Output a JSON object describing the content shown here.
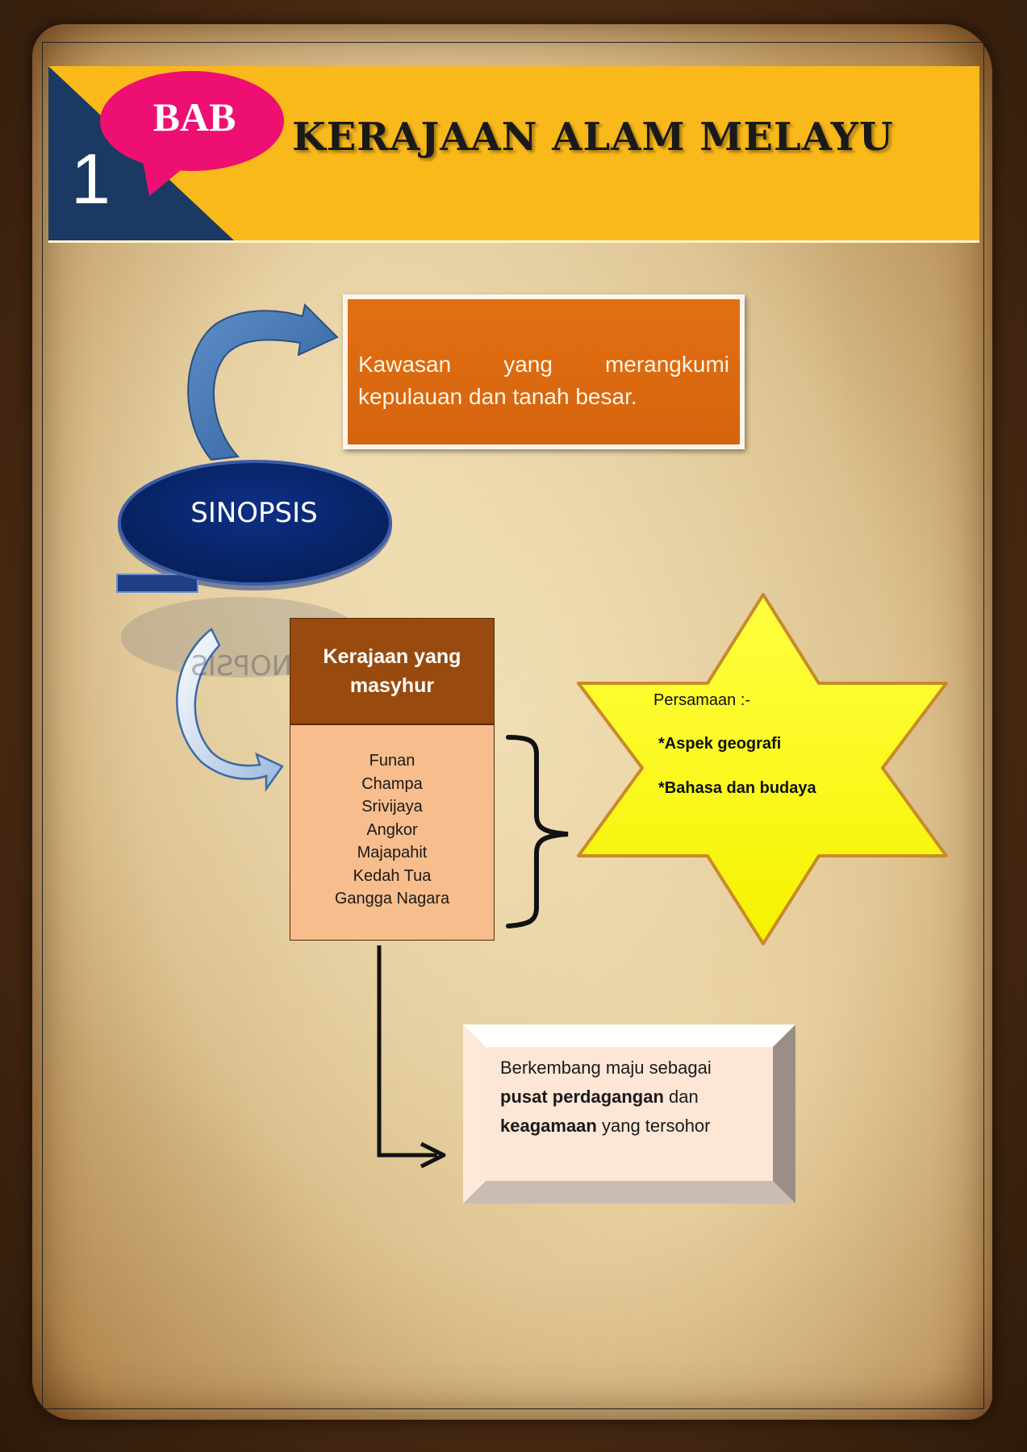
{
  "header": {
    "chapter_word": "BAB",
    "chapter_number": "1",
    "title": "KERAJAAN ALAM MELAYU"
  },
  "definition": {
    "text": "Kawasan yang merangkumi kepulauan dan tanah besar."
  },
  "sinopsis": {
    "label": "SINOPSIS"
  },
  "kingdoms": {
    "heading": "Kerajaan yang masyhur",
    "items": [
      "Funan",
      "Champa",
      "Srivijaya",
      "Angkor",
      "Majapahit",
      "Kedah Tua",
      "Gangga Nagara"
    ]
  },
  "similarities": {
    "heading": "Persamaan :-",
    "points": [
      "*Aspek geografi",
      "*Bahasa dan budaya"
    ]
  },
  "development": {
    "part1": "Berkembang maju sebagai",
    "bold1": "pusat perdagangan",
    "part2": " dan",
    "bold2": "keagamaan",
    "part3": " yang tersohor"
  },
  "colors": {
    "banner": "#f9b91a",
    "navy": "#1b3a63",
    "bubble": "#ee0f72",
    "definition_box": "#e36f12",
    "sinopsis_oval": "#0a2a72",
    "kingdom_head": "#994a0f",
    "kingdom_body": "#f8bd8c",
    "star": "#ffff00"
  }
}
